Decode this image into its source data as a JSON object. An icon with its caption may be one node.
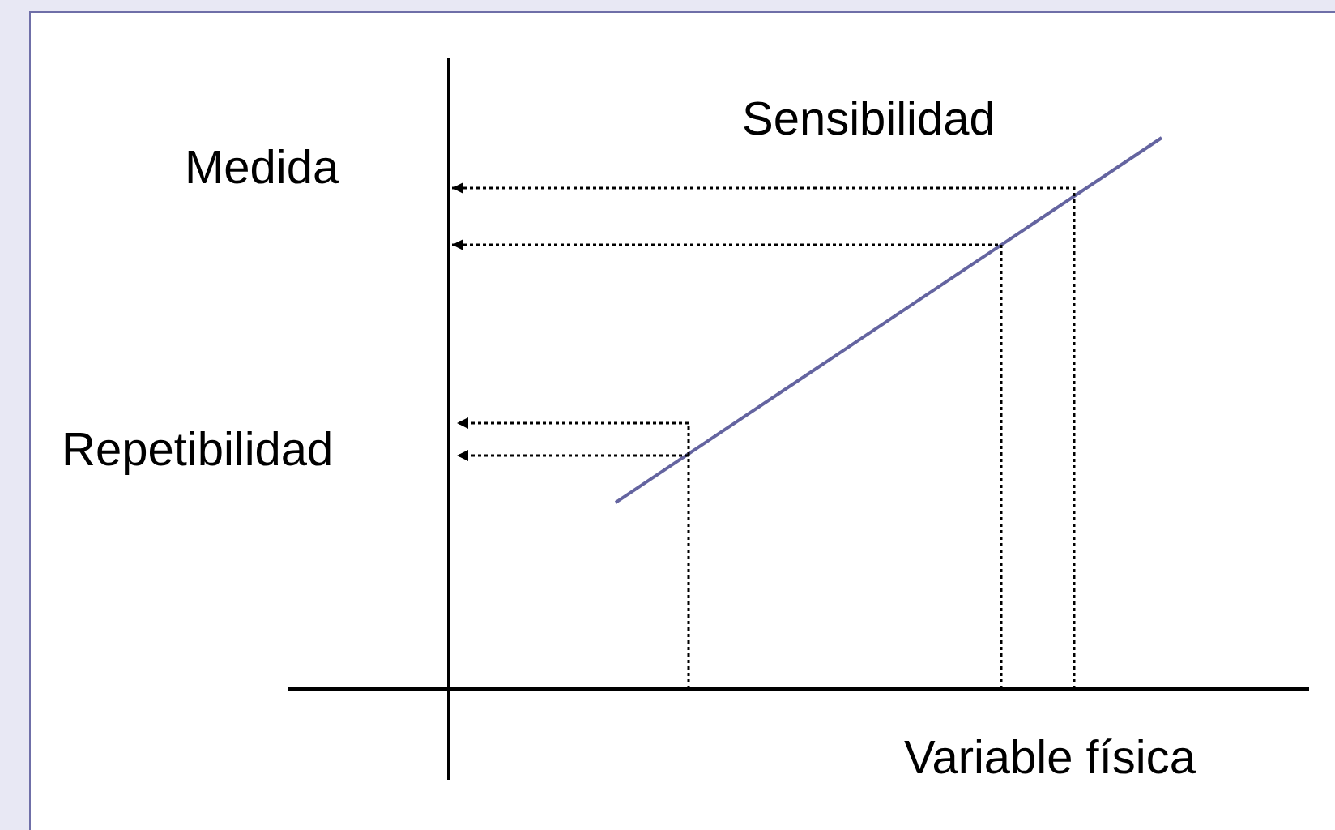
{
  "diagram": {
    "labels": [
      "Sensibilidad",
      "Medida",
      "Repetibilidad",
      "Variable física"
    ]
  }
}
